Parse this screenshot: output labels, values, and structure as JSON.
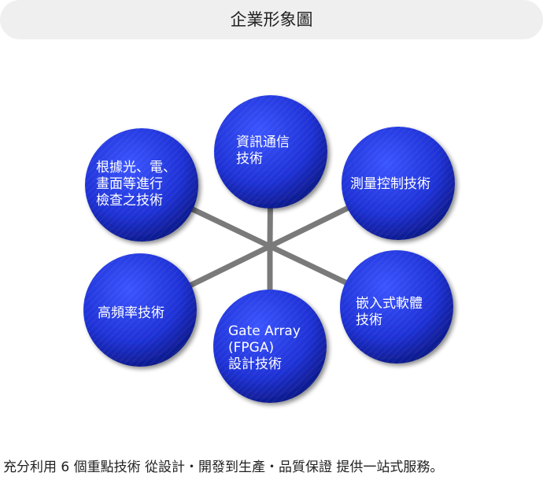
{
  "title": "企業形象圖",
  "colors": {
    "node_fill": "#1f32d6",
    "node_dark": "#0d1a8a",
    "connector": "#7a7a7a",
    "title_bg": "#efefef"
  },
  "diagram": {
    "nodes": [
      {
        "id": "info-comm",
        "lines": [
          "資訊通信",
          "技術"
        ]
      },
      {
        "id": "measure-control",
        "lines": [
          "測量控制技術"
        ]
      },
      {
        "id": "embedded-software",
        "lines": [
          "嵌入式軟體",
          "技術"
        ]
      },
      {
        "id": "gate-array",
        "lines": [
          "Gate Array",
          "(FPGA)",
          "設計技術"
        ]
      },
      {
        "id": "high-frequency",
        "lines": [
          "高頻率技術"
        ]
      },
      {
        "id": "root-tech",
        "lines": [
          "根據光、電、",
          "畫面等進行",
          "檢查之技術"
        ]
      }
    ]
  },
  "footer": "充分利用 6 個重點技術 從設計・開發到生產・品質保證 提供一站式服務。"
}
